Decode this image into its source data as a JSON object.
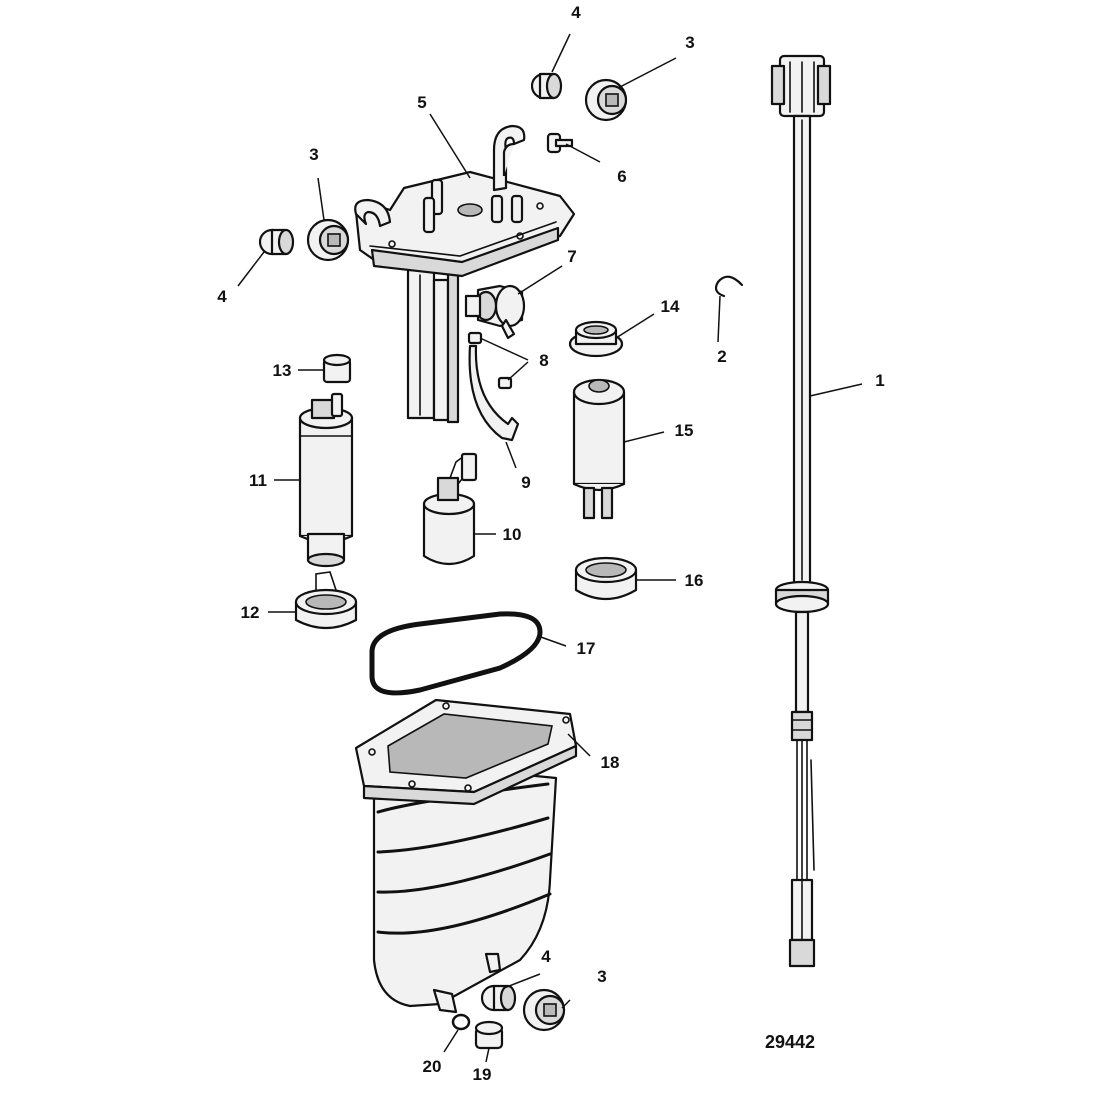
{
  "diagram": {
    "callouts": [
      {
        "id": "c1",
        "text": "1"
      },
      {
        "id": "c2",
        "text": "2"
      },
      {
        "id": "c3a",
        "text": "3"
      },
      {
        "id": "c3b",
        "text": "3"
      },
      {
        "id": "c3c",
        "text": "3"
      },
      {
        "id": "c4a",
        "text": "4"
      },
      {
        "id": "c4b",
        "text": "4"
      },
      {
        "id": "c4c",
        "text": "4"
      },
      {
        "id": "c5",
        "text": "5"
      },
      {
        "id": "c6",
        "text": "6"
      },
      {
        "id": "c7",
        "text": "7"
      },
      {
        "id": "c8",
        "text": "8"
      },
      {
        "id": "c9",
        "text": "9"
      },
      {
        "id": "c10",
        "text": "10"
      },
      {
        "id": "c11",
        "text": "11"
      },
      {
        "id": "c12",
        "text": "12"
      },
      {
        "id": "c13",
        "text": "13"
      },
      {
        "id": "c14",
        "text": "14"
      },
      {
        "id": "c15",
        "text": "15"
      },
      {
        "id": "c16",
        "text": "16"
      },
      {
        "id": "c17",
        "text": "17"
      },
      {
        "id": "c18",
        "text": "18"
      },
      {
        "id": "c19",
        "text": "19"
      },
      {
        "id": "c20",
        "text": "20"
      }
    ],
    "drawing_number": "29442"
  }
}
